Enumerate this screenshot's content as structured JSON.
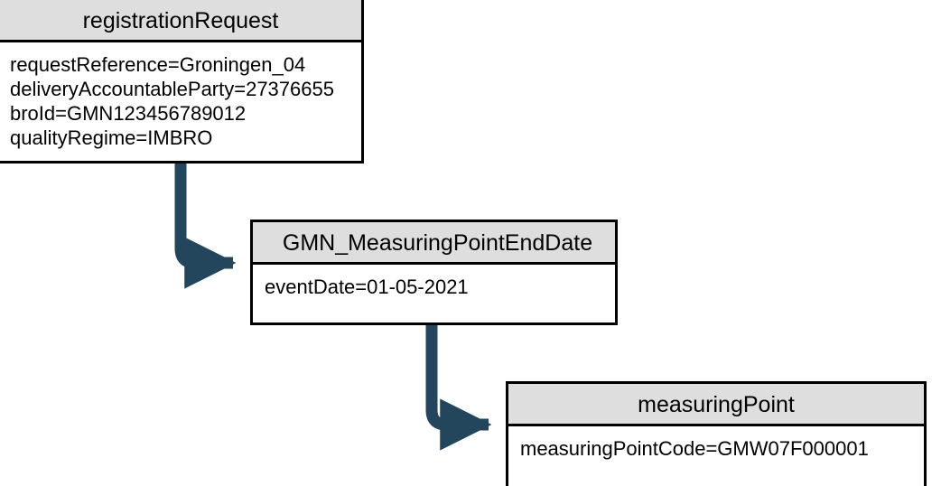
{
  "diagram": {
    "type": "uml-object-diagram",
    "accent_color": "#24465C",
    "header_fill": "#DEDEDE",
    "border_color": "#000000",
    "background": "#FFFFFF",
    "objects": [
      {
        "id": "registrationRequest",
        "title": "registrationRequest",
        "attributes": [
          "requestReference=Groningen_04",
          "deliveryAccountableParty=27376655",
          "broId=GMN123456789012",
          "qualityRegime=IMBRO"
        ]
      },
      {
        "id": "GMN_MeasuringPointEndDate",
        "title": "GMN_MeasuringPointEndDate",
        "attributes": [
          "eventDate=01-05-2021"
        ]
      },
      {
        "id": "measuringPoint",
        "title": "measuringPoint",
        "attributes": [
          "measuringPointCode=GMW07F000001"
        ]
      }
    ],
    "connectors": [
      {
        "id": "registrationRequest-to-endDate",
        "from": "registrationRequest",
        "to": "GMN_MeasuringPointEndDate",
        "style": "elbow-arrow"
      },
      {
        "id": "endDate-to-measuringPoint",
        "from": "GMN_MeasuringPointEndDate",
        "to": "measuringPoint",
        "style": "elbow-arrow"
      }
    ]
  }
}
